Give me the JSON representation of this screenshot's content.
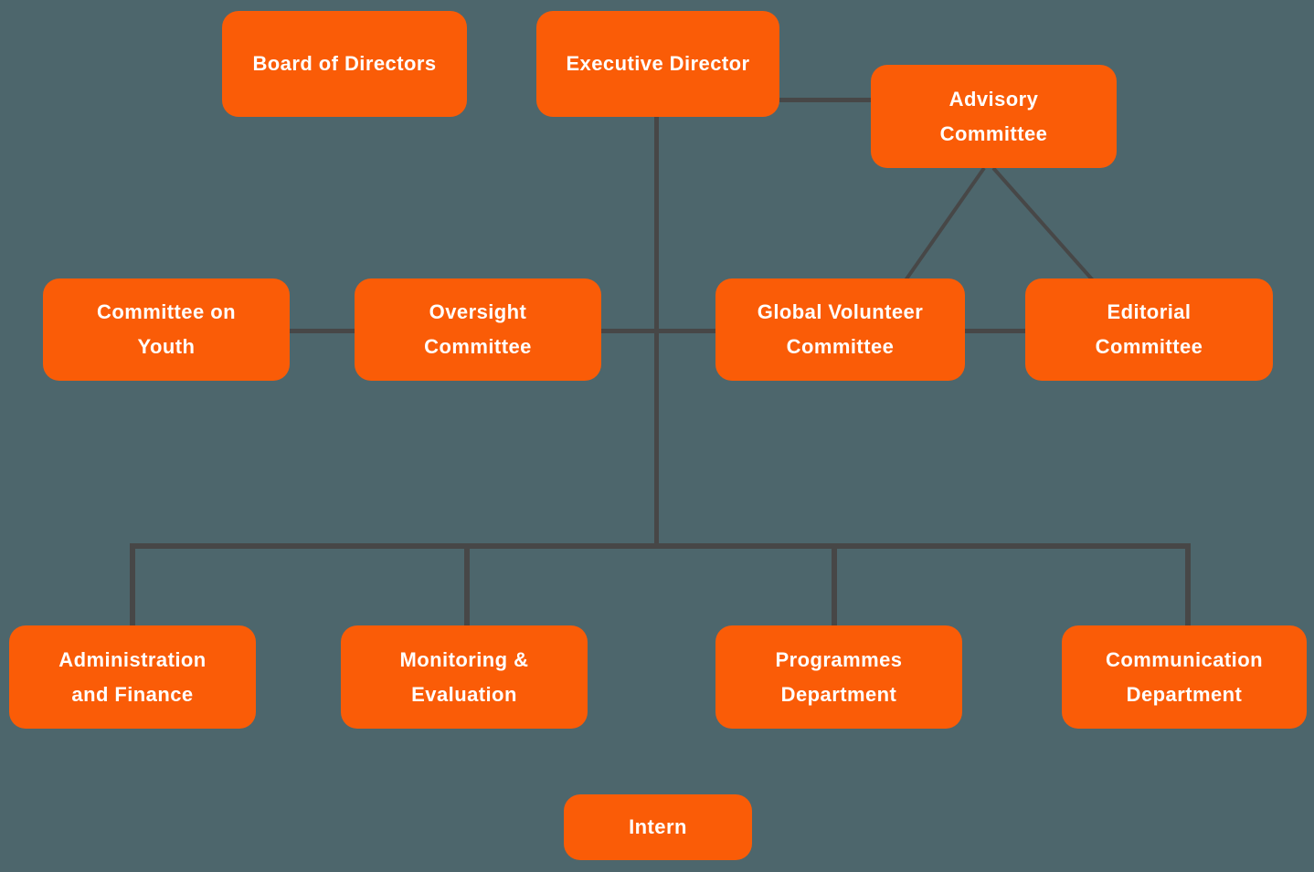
{
  "colors": {
    "background": "#4D666C",
    "node_fill": "#FA5C07",
    "connector": "#474747",
    "node_text": "#FFFFFF"
  },
  "org_chart": {
    "nodes": {
      "board": {
        "lines": [
          "Board of Directors"
        ]
      },
      "executive_director": {
        "lines": [
          "Executive Director"
        ]
      },
      "advisory_committee": {
        "lines": [
          "Advisory",
          "Committee"
        ]
      },
      "committee_on_youth": {
        "lines": [
          "Committee on",
          "Youth"
        ]
      },
      "oversight_committee": {
        "lines": [
          "Oversight",
          "Committee"
        ]
      },
      "global_volunteer_committee": {
        "lines": [
          "Global Volunteer",
          "Committee"
        ]
      },
      "editorial_committee": {
        "lines": [
          "Editorial",
          "Committee"
        ]
      },
      "administration_and_finance": {
        "lines": [
          "Administration",
          "and Finance"
        ]
      },
      "monitoring_evaluation": {
        "lines": [
          "Monitoring &",
          "Evaluation"
        ]
      },
      "programmes_department": {
        "lines": [
          "Programmes",
          "Department"
        ]
      },
      "communication_department": {
        "lines": [
          "Communication",
          "Department"
        ]
      },
      "intern": {
        "lines": [
          "Intern"
        ]
      }
    }
  }
}
